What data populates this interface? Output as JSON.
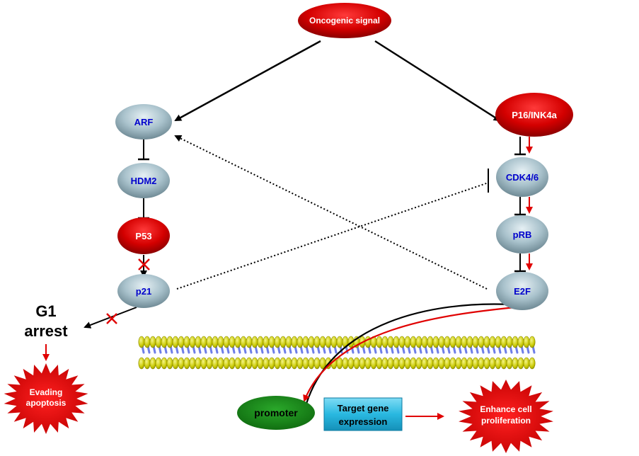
{
  "nodes": {
    "oncogenic": "Oncogenic signal",
    "arf": "ARF",
    "hdm2": "HDM2",
    "p53": "P53",
    "p21": "p21",
    "p16": "P16/INK4a",
    "cdk46": "CDK4/6",
    "prb": "pRB",
    "e2f": "E2F",
    "g1_line1": "G1",
    "g1_line2": "arrest",
    "evading_line1": "Evading",
    "evading_line2": "apoptosis",
    "promoter": "promoter",
    "target_line1": "Target gene",
    "target_line2": "expression",
    "enhance_line1": "Enhance cell",
    "enhance_line2": "proliferation"
  },
  "colors": {
    "red_node": "#d40000",
    "grey_node": "#a9c2cc",
    "blue_text": "#0000cc",
    "green_node": "#1a8a1a",
    "cyan_box": "#29b8e0",
    "arrow_red": "#e00000",
    "membrane_yellow": "#c8c800",
    "membrane_blue": "#6f7fe8"
  }
}
